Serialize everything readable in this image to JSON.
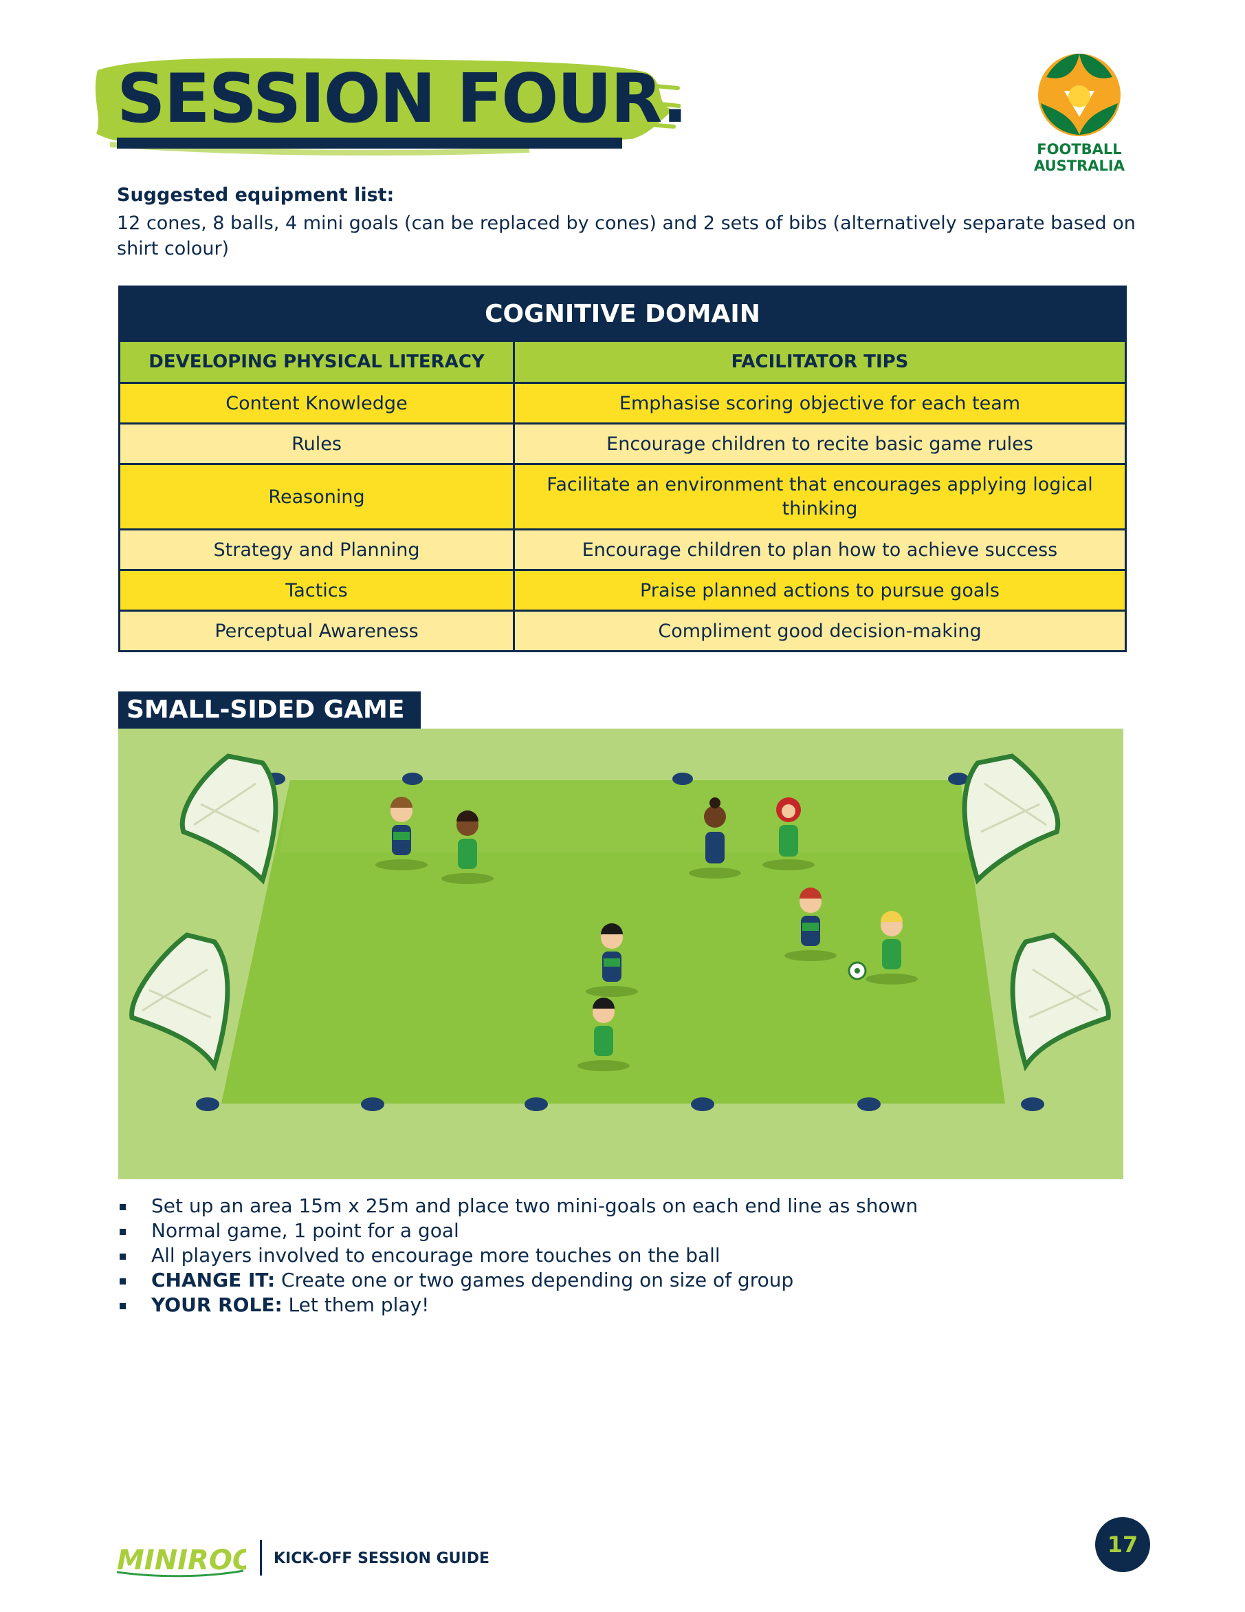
{
  "header": {
    "title": "SESSION FOUR.",
    "logo_lines": [
      "FOOTBALL",
      "AUSTRALIA"
    ]
  },
  "equipment": {
    "heading": "Suggested equipment list:",
    "text": "12 cones, 8 balls, 4 mini goals (can be replaced by cones) and 2 sets of bibs (alternatively separate based on shirt colour)"
  },
  "table": {
    "title": "COGNITIVE DOMAIN",
    "columns": [
      "DEVELOPING PHYSICAL LITERACY",
      "FACILITATOR TIPS"
    ],
    "rows": [
      [
        "Content Knowledge",
        "Emphasise scoring objective for each team"
      ],
      [
        "Rules",
        "Encourage children to recite basic game rules"
      ],
      [
        "Reasoning",
        "Facilitate an environment that encourages applying logical thinking"
      ],
      [
        "Strategy and Planning",
        "Encourage children to plan how to achieve success"
      ],
      [
        "Tactics",
        "Praise planned actions to pursue goals"
      ],
      [
        "Perceptual Awareness",
        "Compliment good decision-making"
      ]
    ]
  },
  "section": {
    "label": "SMALL-SIDED GAME"
  },
  "bullets": [
    {
      "bold": "",
      "text": "Set up an area 15m x 25m and place two mini-goals on each end line as shown"
    },
    {
      "bold": "",
      "text": "Normal game, 1 point for a goal"
    },
    {
      "bold": "",
      "text": "All players involved to encourage more touches on the ball"
    },
    {
      "bold": "CHANGE IT:",
      "text": " Create one or two games depending on size of group"
    },
    {
      "bold": "YOUR ROLE:",
      "text": " Let them play!"
    }
  ],
  "footer": {
    "brand": "MINIROOS",
    "guide": "KICK-OFF SESSION GUIDE",
    "page": "17"
  },
  "colors": {
    "navy": "#0d2a4c",
    "lime": "#a8ce3b",
    "yellow_dark": "#fde023",
    "yellow_light": "#feeb9b",
    "pitch_inner": "#8dc43f",
    "pitch_outer": "#b5d67d"
  }
}
